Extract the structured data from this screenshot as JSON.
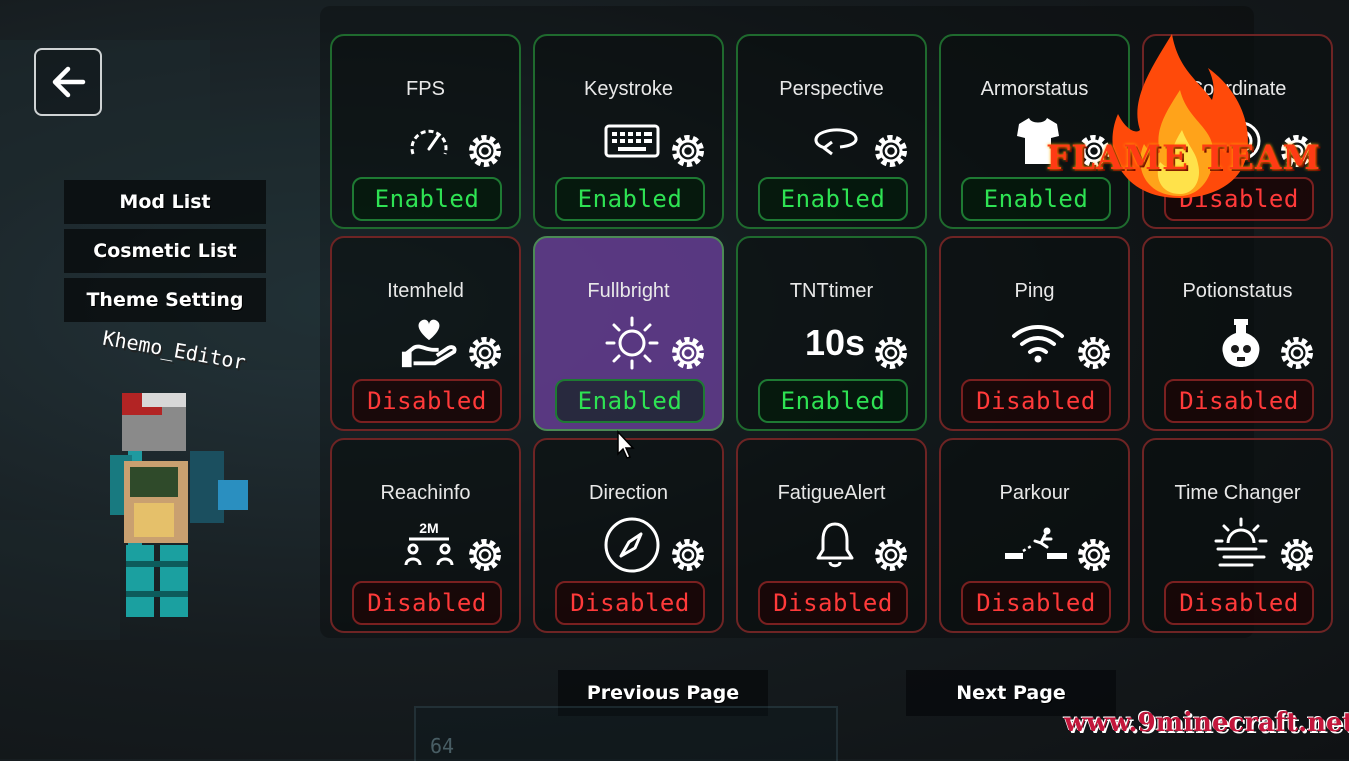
{
  "back_button": {
    "icon": "arrow-left-icon"
  },
  "side_menu": [
    "Mod List",
    "Cosmetic List",
    "Theme Setting"
  ],
  "player_name": "Khemo_Editor",
  "mods": [
    {
      "name": "FPS",
      "icon": "speedometer-icon",
      "status": "Enabled"
    },
    {
      "name": "Keystroke",
      "icon": "keyboard-icon",
      "status": "Enabled"
    },
    {
      "name": "Perspective",
      "icon": "rotate-view-icon",
      "status": "Enabled"
    },
    {
      "name": "Armorstatus",
      "icon": "shirt-icon",
      "status": "Enabled"
    },
    {
      "name": "Coordinate",
      "icon": "target-icon",
      "status": "Disabled"
    },
    {
      "name": "Itemheld",
      "icon": "hand-heart-icon",
      "status": "Disabled"
    },
    {
      "name": "Fullbright",
      "icon": "sun-icon",
      "status": "Enabled"
    },
    {
      "name": "TNTtimer",
      "icon": "timer-text-icon",
      "icon_text": "10s",
      "status": "Enabled"
    },
    {
      "name": "Ping",
      "icon": "wifi-icon",
      "status": "Disabled"
    },
    {
      "name": "Potionstatus",
      "icon": "potion-skull-icon",
      "status": "Disabled"
    },
    {
      "name": "Reachinfo",
      "icon": "reach-distance-icon",
      "icon_text": "2M",
      "status": "Disabled"
    },
    {
      "name": "Direction",
      "icon": "compass-icon",
      "status": "Disabled"
    },
    {
      "name": "FatigueAlert",
      "icon": "bell-icon",
      "status": "Disabled"
    },
    {
      "name": "Parkour",
      "icon": "parkour-runner-icon",
      "status": "Disabled"
    },
    {
      "name": "Time Changer",
      "icon": "sun-haze-icon",
      "status": "Disabled"
    }
  ],
  "selected_mod": "Fullbright",
  "pagination": {
    "previous": "Previous Page",
    "next": "Next Page"
  },
  "hotbar_count": "64",
  "overlay": {
    "logo_text": "FLAME TEAM",
    "watermark": "www.9minecraft.net"
  },
  "colors": {
    "enabled_text": "#2ee253",
    "disabled_text": "#ff3a3a",
    "enabled_border": "#1f6a2e",
    "disabled_border": "#6e2424",
    "selected_card": "#683e96"
  }
}
